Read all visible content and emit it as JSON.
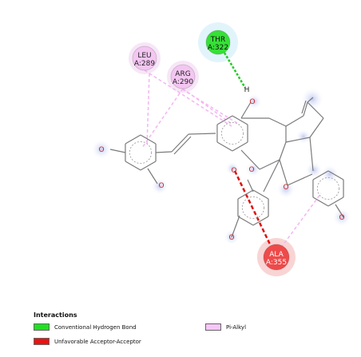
{
  "residues": [
    {
      "id": "thr",
      "label": "THR",
      "number": "A:322",
      "color": "#36e036",
      "halo": "#e2f4fb",
      "text_color": "#111111"
    },
    {
      "id": "leu",
      "label": "LEU",
      "number": "A:289",
      "color": "#f4c6f2",
      "halo": "#f7e6f7",
      "text_color": "#222222"
    },
    {
      "id": "arg",
      "label": "ARG",
      "number": "A:290",
      "color": "#f4c6f2",
      "halo": "#f7e6f7",
      "text_color": "#222222"
    },
    {
      "id": "ala",
      "label": "ALA",
      "number": "A:355",
      "color": "#ee4a4a",
      "halo": "#f9d4d4",
      "text_color": "#ffffff"
    }
  ],
  "atom_labels": {
    "hydroxyl": "O",
    "hydrogen": "H"
  },
  "legend": {
    "title": "Interactions",
    "items": [
      {
        "name": "Conventional Hydrogen Bond",
        "color": "#22e022"
      },
      {
        "name": "Unfavorable Acceptor-Acceptor",
        "color": "#ee1111"
      },
      {
        "name": "Pi-Alkyl",
        "color": "#f6c6f6"
      }
    ]
  },
  "colors": {
    "bond": "#7a7a7a",
    "oxygen": "#d22020",
    "atom_glow": "#c9d0f3",
    "hbond_line": "#22cc22",
    "acceptor_line": "#e01010",
    "pi_alkyl_line": "#f3b6f1"
  }
}
